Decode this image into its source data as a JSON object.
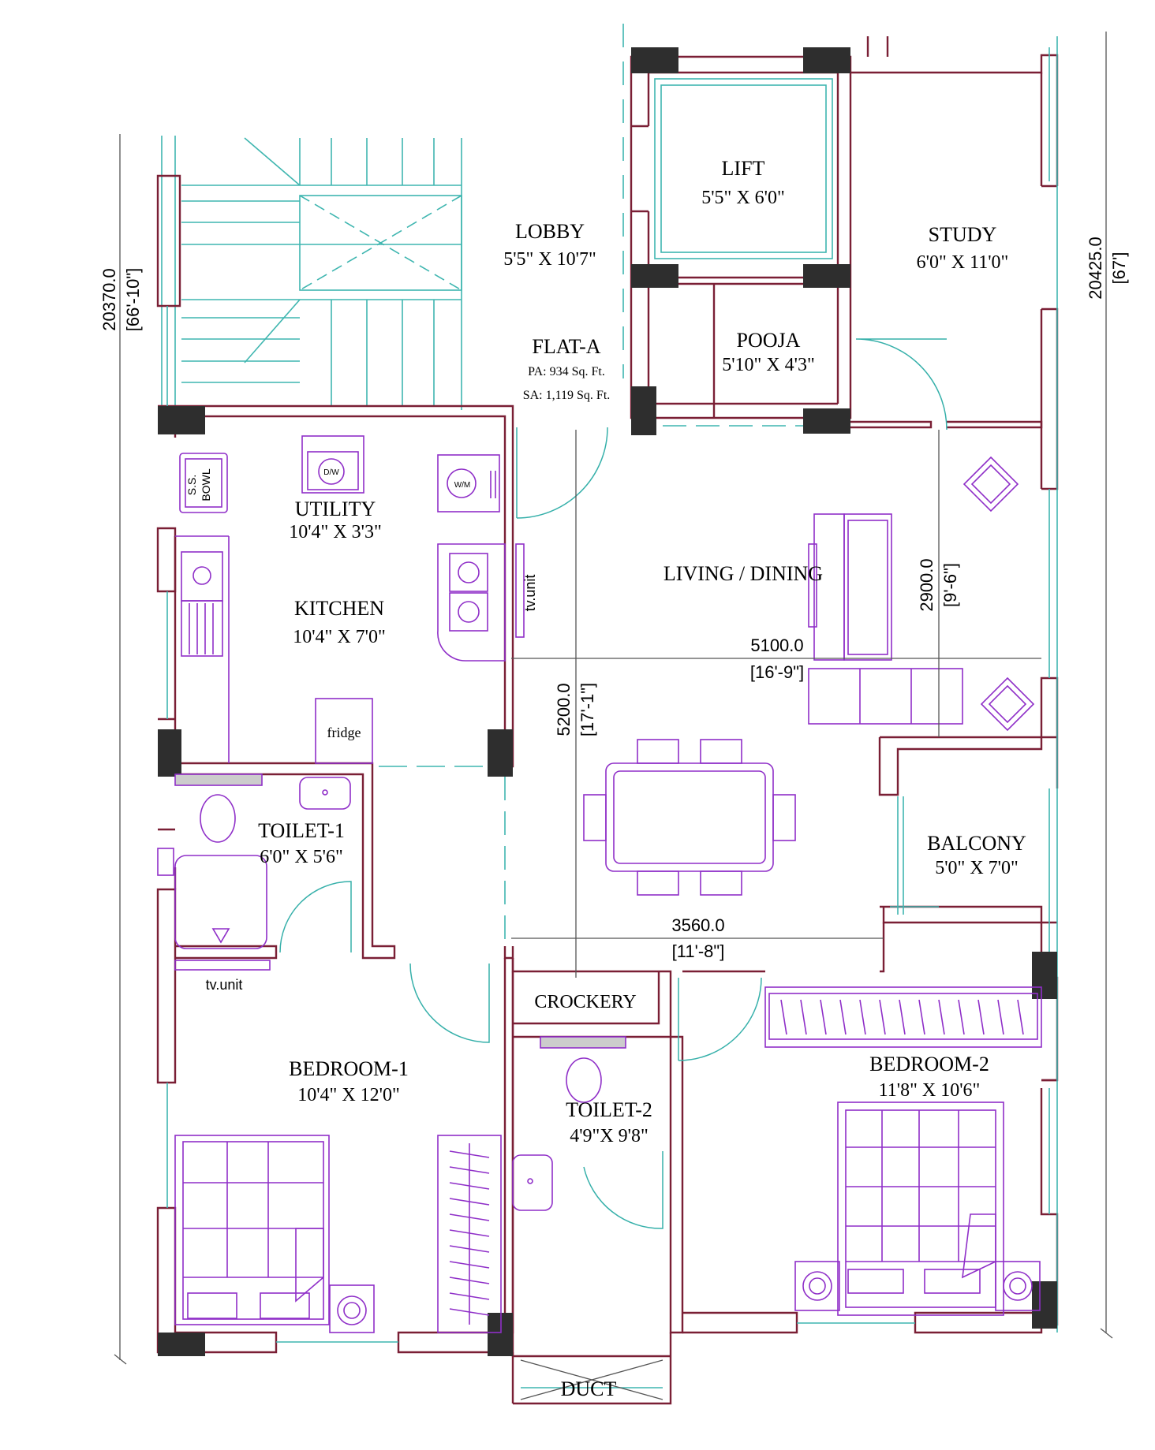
{
  "rooms": {
    "lift": {
      "name": "LIFT",
      "size": "5'5\" X 6'0\""
    },
    "lobby": {
      "name": "LOBBY",
      "size": "5'5\" X 10'7\""
    },
    "study": {
      "name": "STUDY",
      "size": "6'0\" X 11'0\""
    },
    "pooja": {
      "name": "POOJA",
      "size": "5'10\" X 4'3\""
    },
    "utility": {
      "name": "UTILITY",
      "size": "10'4\" X 3'3\""
    },
    "kitchen": {
      "name": "KITCHEN",
      "size": "10'4\" X 7'0\""
    },
    "living": {
      "name": "LIVING / DINING"
    },
    "toilet1": {
      "name": "TOILET-1",
      "size": "6'0\" X 5'6\""
    },
    "balcony": {
      "name": "BALCONY",
      "size": "5'0\" X 7'0\""
    },
    "crockery": {
      "name": "CROCKERY"
    },
    "bedroom1": {
      "name": "BEDROOM-1",
      "size": "10'4\" X 12'0\""
    },
    "toilet2": {
      "name": "TOILET-2",
      "size": "4'9\"X 9'8\""
    },
    "bedroom2": {
      "name": "BEDROOM-2",
      "size": "11'8\" X 10'6\""
    },
    "duct": {
      "name": "DUCT"
    }
  },
  "flat": {
    "name": "FLAT-A",
    "pa": "PA: 934 Sq. Ft.",
    "sa": "SA: 1,119 Sq. Ft.",
    "color": "#e81bd8"
  },
  "fixtures": {
    "dw": "D/W",
    "wm": "W/M",
    "ss_bowl_1": "S.S.",
    "ss_bowl_2": "BOWL",
    "fridge": "fridge",
    "tv_unit_living": "tv.unit",
    "tv_unit_bedroom": "tv.unit"
  },
  "dimensions": {
    "left_total_mm": "20370.0",
    "left_total_ft": "[66'-10\"]",
    "right_total_mm": "20425.0",
    "right_total_ft": "[67']",
    "living_width_mm": "5100.0",
    "living_width_ft": "[16'-9\"]",
    "living_depth_mm": "5200.0",
    "living_depth_ft": "[17'-1\"]",
    "sofa_depth_mm": "2900.0",
    "sofa_depth_ft": "[9'-6\"]",
    "dining_width_mm": "3560.0",
    "dining_width_ft": "[11'-8\"]"
  },
  "colors": {
    "wall": "#7a1f35",
    "window": "#3fb6b0",
    "furniture": "#8f2fc8",
    "column": "#2e2e2e"
  }
}
